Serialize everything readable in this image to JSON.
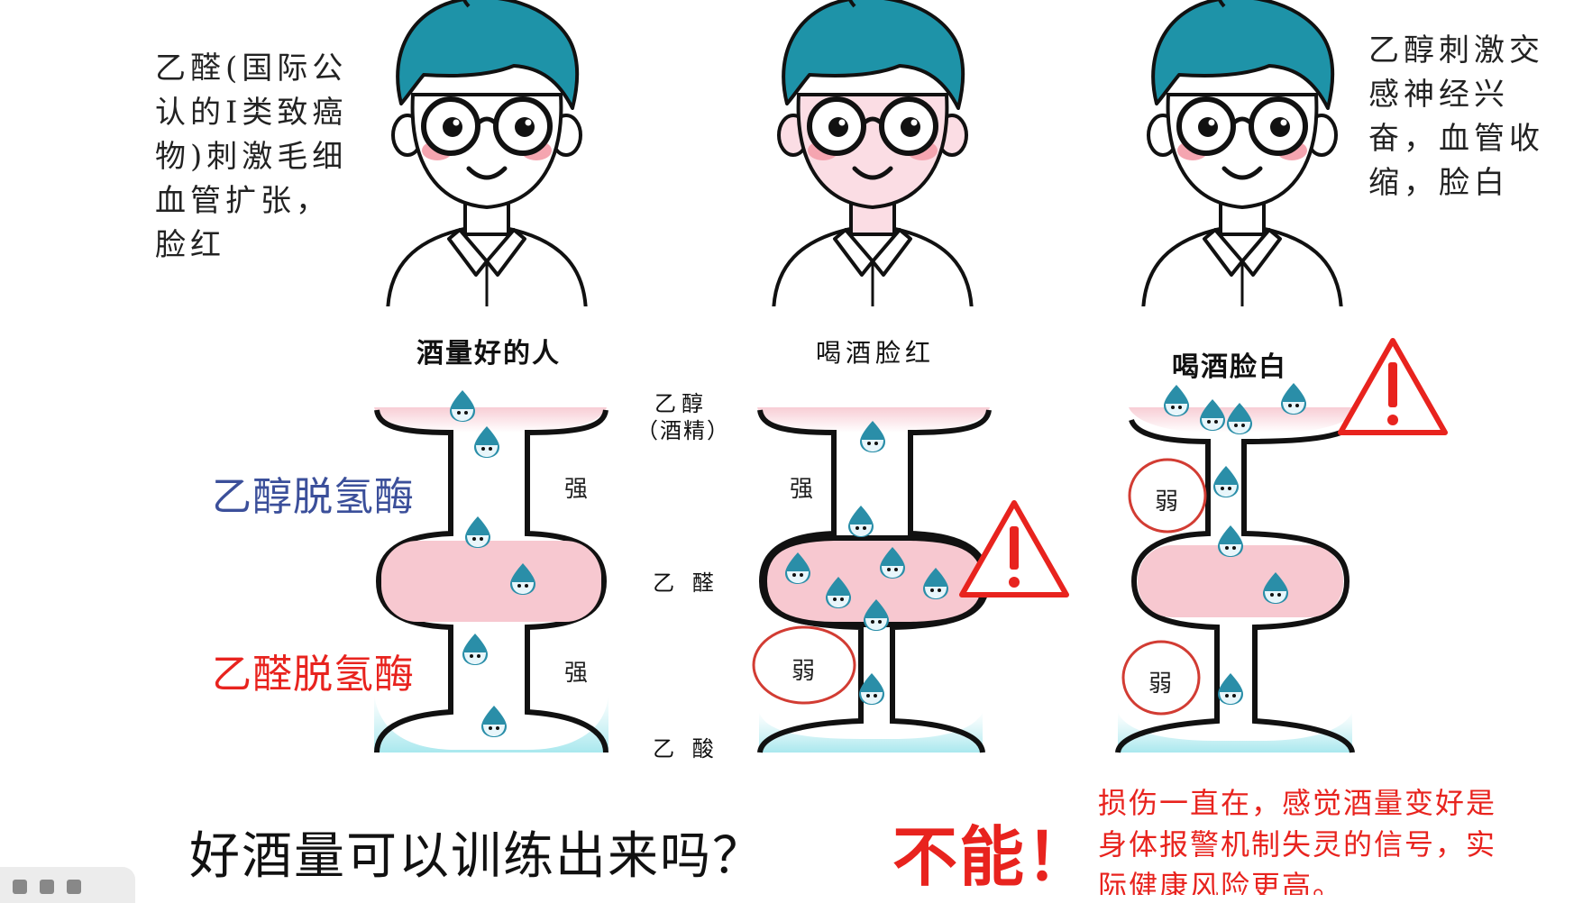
{
  "notes": {
    "left": "乙醛(国际公认的I类致癌物)刺激毛细血管扩张，脸红",
    "right": "乙醇刺激交感神经兴奋，血管收缩，脸白"
  },
  "columns": [
    {
      "title": "酒量好的人"
    },
    {
      "title": "喝酒脸红"
    },
    {
      "title": "喝酒脸白"
    }
  ],
  "stages": {
    "ethanol": "乙醇",
    "ethanol_alias": "（酒精）",
    "acetaldehyde": "乙 醛",
    "acetic_acid": "乙 酸"
  },
  "enzymes": {
    "adh": {
      "label": "乙醇脱氢酶",
      "color": "#3b4f9a"
    },
    "aldh": {
      "label": "乙醛脱氢酶",
      "color": "#e8231e"
    }
  },
  "strength": {
    "strong": "强",
    "weak": "弱"
  },
  "question": "好酒量可以训练出来吗？",
  "answer": "不能！",
  "warning_note": "损伤一直在，感觉酒量变好是身体报警机制失灵的信号，实际健康风险更高。",
  "colors": {
    "hair": "#1e93a8",
    "skin_pink": "#fbdde4",
    "cheek": "#f5a5b0",
    "chamber_pink": "#f7c8d0",
    "acid_blue": "#bfeef2",
    "warning_red": "#e8231e",
    "drop_blue": "#2a8ea8"
  }
}
